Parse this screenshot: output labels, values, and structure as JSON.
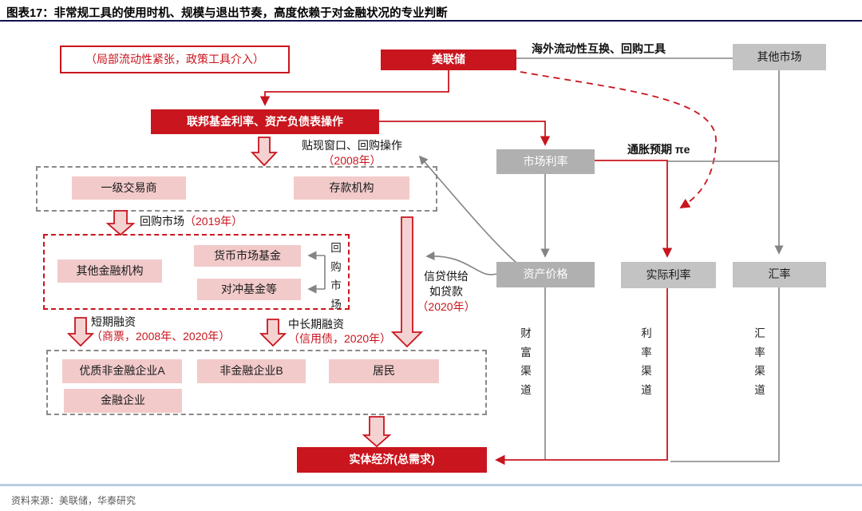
{
  "header": {
    "title_prefix": "图表17：",
    "title": "非常规工具的使用时机、规模与退出节奏，高度依赖于对金融状况的专业判断"
  },
  "footer": {
    "source": "资料来源：美联储，华泰研究"
  },
  "colors": {
    "accent_red": "#c9151e",
    "pink_fill": "#f2caca",
    "gray_box": "#bdbdbd",
    "line_gray": "#848484",
    "header_rule": "#11114e",
    "footer_rule": "#b9cde4"
  },
  "diagram": {
    "note": "（局部流动性紧张，政策工具介入）",
    "fed": "美联储",
    "other_markets": "其他市场",
    "swap_label": "海外流动性互换、回购工具",
    "ffr": "联邦基金利率、资产负债表操作",
    "market_rate": "市场利率",
    "inflation_label": "通胀预期 πe",
    "discount_label": "贴现窗口、回购操作",
    "discount_year": "（2008年）",
    "primary_dealers": "一级交易商",
    "depository": "存款机构",
    "repo_label": "回购市场",
    "repo_year": "（2019年）",
    "other_financial": "其他金融机构",
    "mmf": "货币市场基金",
    "hedge_funds": "对冲基金等",
    "repo_market_vertical": "回购市场",
    "credit_line1": "信贷供给",
    "credit_line2": "如贷款",
    "credit_year": "（2020年）",
    "short_label": "短期融资",
    "short_year": "（商票，2008年、2020年）",
    "mid_label": "中长期融资",
    "mid_year": "（信用债，2020年）",
    "firm_a": "优质非金融企业A",
    "firm_b": "非金融企业B",
    "residents": "居民",
    "financial_firms": "金融企业",
    "asset_price": "资产价格",
    "real_rate": "实际利率",
    "fx": "汇率",
    "wealth_channel": "财富渠道",
    "rate_channel": "利率渠道",
    "fx_channel": "汇率渠道",
    "real_economy": "实体经济(总需求)"
  }
}
